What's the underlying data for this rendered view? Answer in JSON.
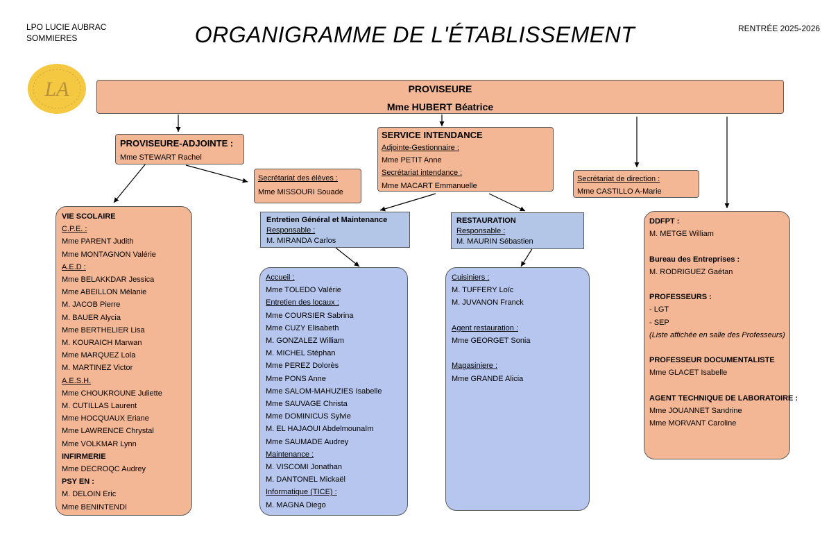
{
  "header": {
    "school_line1": "LPO LUCIE AUBRAC",
    "school_line2": "SOMMIERES",
    "title": "ORGANIGRAMME DE L'ÉTABLISSEMENT",
    "year": "RENTRÉE  2025-2026",
    "logo_text": "LA"
  },
  "colors": {
    "orange": "#f4b795",
    "blue": "#b7c6ee",
    "logo": "#f5c842"
  },
  "proviseur": {
    "role": "PROVISEURE",
    "name": "Mme HUBERT Béatrice"
  },
  "adjointe": {
    "role": "PROVISEURE-ADJOINTE :",
    "name": "Mme STEWART Rachel"
  },
  "sec_eleves": {
    "role": "Secrétariat des élèves :",
    "name": "Mme MISSOURI Souade"
  },
  "intendance": {
    "title": "SERVICE INTENDANCE",
    "sub1": "Adjointe-Gestionnaire :",
    "name1": "Mme PETIT Anne",
    "sub2": "Secrétariat intendance :",
    "name2": "Mme MACART Emmanuelle"
  },
  "sec_direction": {
    "role": "Secrétariat de direction :",
    "name": "Mme CASTILLO A-Marie"
  },
  "entretien": {
    "title": "Entretien Général et Maintenance",
    "sub": "Responsable :",
    "name": "M. MIRANDA Carlos"
  },
  "restauration": {
    "title": "RESTAURATION",
    "sub": "Responsable :",
    "name": "M. MAURIN Sébastien"
  },
  "vie_scolaire": {
    "title": "VIE SCOLAIRE",
    "cpe_label": "C.P.E. :",
    "cpe": [
      "Mme PARENT Judith",
      "Mme MONTAGNON Valérie"
    ],
    "aed_label": "A.E.D :",
    "aed": [
      "Mme BELAKKDAR Jessica",
      "Mme ABEILLON Mélanie",
      "M. JACOB Pierre",
      "M. BAUER Alycia",
      "Mme BERTHELIER Lisa",
      "M. KOURAICH Marwan",
      "Mme MARQUEZ Lola",
      "M. MARTINEZ Victor"
    ],
    "aesh_label": "A.E.S.H.",
    "aesh": [
      "Mme CHOUKROUNE Juliette",
      "M. CUTILLAS Laurent",
      "Mme HOCQUAUX Eriane",
      "Mme LAWRENCE Chrystal",
      "Mme VOLKMAR Lynn"
    ],
    "infirmerie_label": "INFIRMERIE",
    "infirmerie": [
      "Mme DECROQC Audrey"
    ],
    "psy_label": "PSY EN :",
    "psy": [
      "M. DELOIN Eric",
      "Mme BENINTENDI"
    ]
  },
  "entretien_list": {
    "accueil_label": "Accueil :",
    "accueil": [
      "Mme TOLEDO Valérie"
    ],
    "locaux_label": "Entretien des locaux :",
    "locaux": [
      "Mme COURSIER Sabrina",
      "Mme CUZY Elisabeth",
      "M. GONZALEZ William",
      "M. MICHEL Stéphan",
      "Mme PEREZ Dolorès",
      "Mme PONS Anne",
      "Mme SALOM-MAHUZIES Isabelle",
      "Mme SAUVAGE Christa",
      "Mme DOMINICUS Sylvie",
      "M. EL HAJAOUI Abdelmounaïm",
      "Mme SAUMADE Audrey"
    ],
    "maintenance_label": "Maintenance :",
    "maintenance": [
      "M.  VISCOMI Jonathan",
      "M. DANTONEL Mickaël"
    ],
    "info_label": "Informatique (TICE) :",
    "info": [
      "M. MAGNA Diego"
    ]
  },
  "restauration_list": {
    "cuisiniers_label": "Cuisiniers :",
    "cuisiniers": [
      "M. TUFFERY Loïc",
      "M. JUVANON Franck"
    ],
    "agent_label": "Agent restauration :",
    "agent": [
      "Mme GEORGET Sonia"
    ],
    "magasin_label": "Magasiniere :",
    "magasin": [
      "Mme GRANDE Alicia"
    ]
  },
  "ddfpt": {
    "label": "DDFPT :",
    "name": "M. METGE William",
    "bureau_label": "Bureau des Entreprises :",
    "bureau": "M. RODRIGUEZ Gaétan",
    "prof_label": "PROFESSEURS :",
    "prof_lgt": "- LGT",
    "prof_sep": "- SEP",
    "prof_note": "(Liste affichée en salle des Professeurs)",
    "doc_label": "PROFESSEUR DOCUMENTALISTE",
    "doc": "Mme GLACET Isabelle",
    "labo_label": "AGENT TECHNIQUE DE LABORATOIRE :",
    "labo": [
      "Mme JOUANNET Sandrine",
      "Mme MORVANT Caroline"
    ]
  }
}
